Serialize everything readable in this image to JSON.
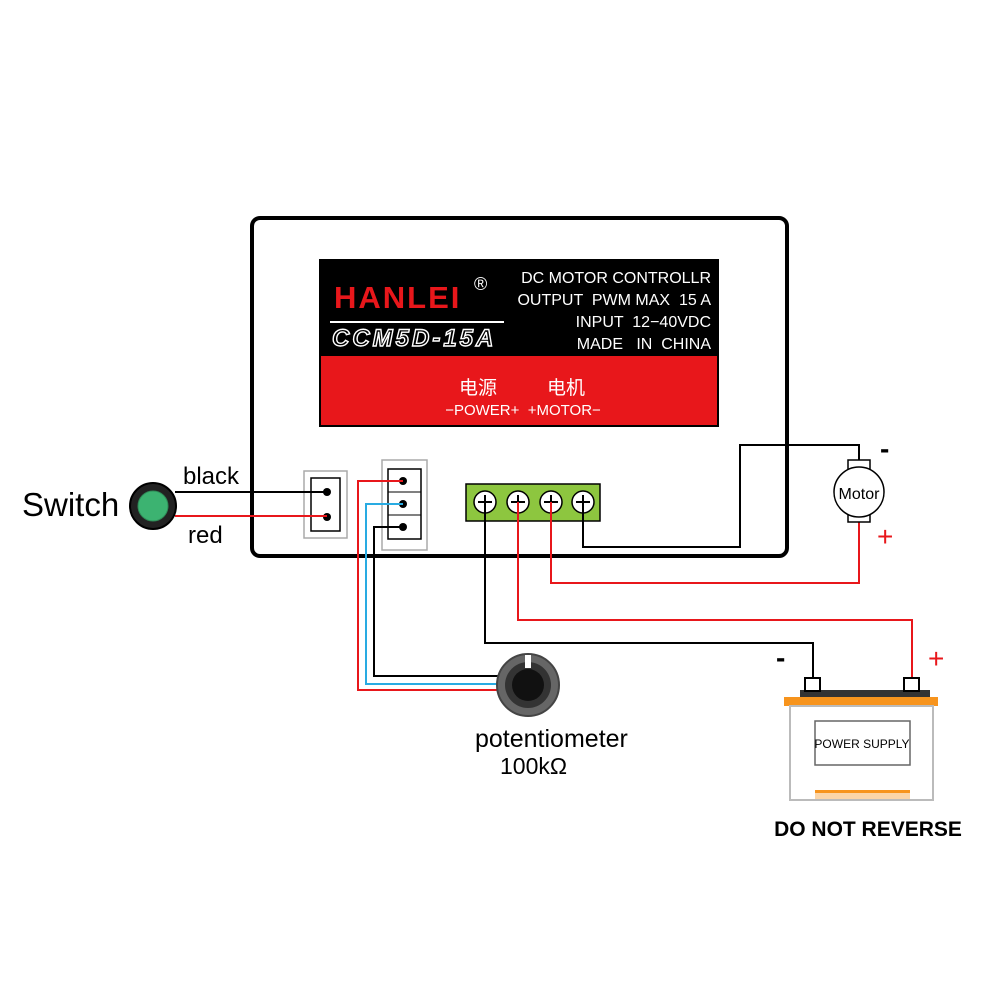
{
  "panel": {
    "brand": "HANLEI",
    "registered_mark": "®",
    "model": "CCM5D-15A",
    "spec_lines": [
      "DC MOTOR CONTROLLR",
      "OUTPUT  PWM MAX  15 A",
      "INPUT  12−40VDC",
      "MADE   IN  CHINA"
    ],
    "terminal_cn_power": "电源",
    "terminal_cn_motor": "电机",
    "terminal_en": "−POWER+  +MOTOR−",
    "brand_color": "#e8171b",
    "label_bg": "#000000"
  },
  "switch": {
    "label": "Switch",
    "wire_black": "black",
    "wire_red": "red",
    "button_color": "#3cb371"
  },
  "potentiometer": {
    "label": "potentiometer",
    "value": "100kΩ"
  },
  "motor": {
    "label": "Motor",
    "minus": "-",
    "plus": "+"
  },
  "battery": {
    "label": "POWER SUPPLY",
    "minus": "-",
    "plus": "+",
    "warning": "DO NOT REVERSE",
    "stripe_color": "#f7941d"
  },
  "wire_colors": {
    "black": "#000000",
    "red": "#e8171b",
    "blue": "#29abe2"
  },
  "icons": {
    "terminal_screw": "screw-icon",
    "switch": "push-button-icon",
    "knob": "knob-icon"
  }
}
